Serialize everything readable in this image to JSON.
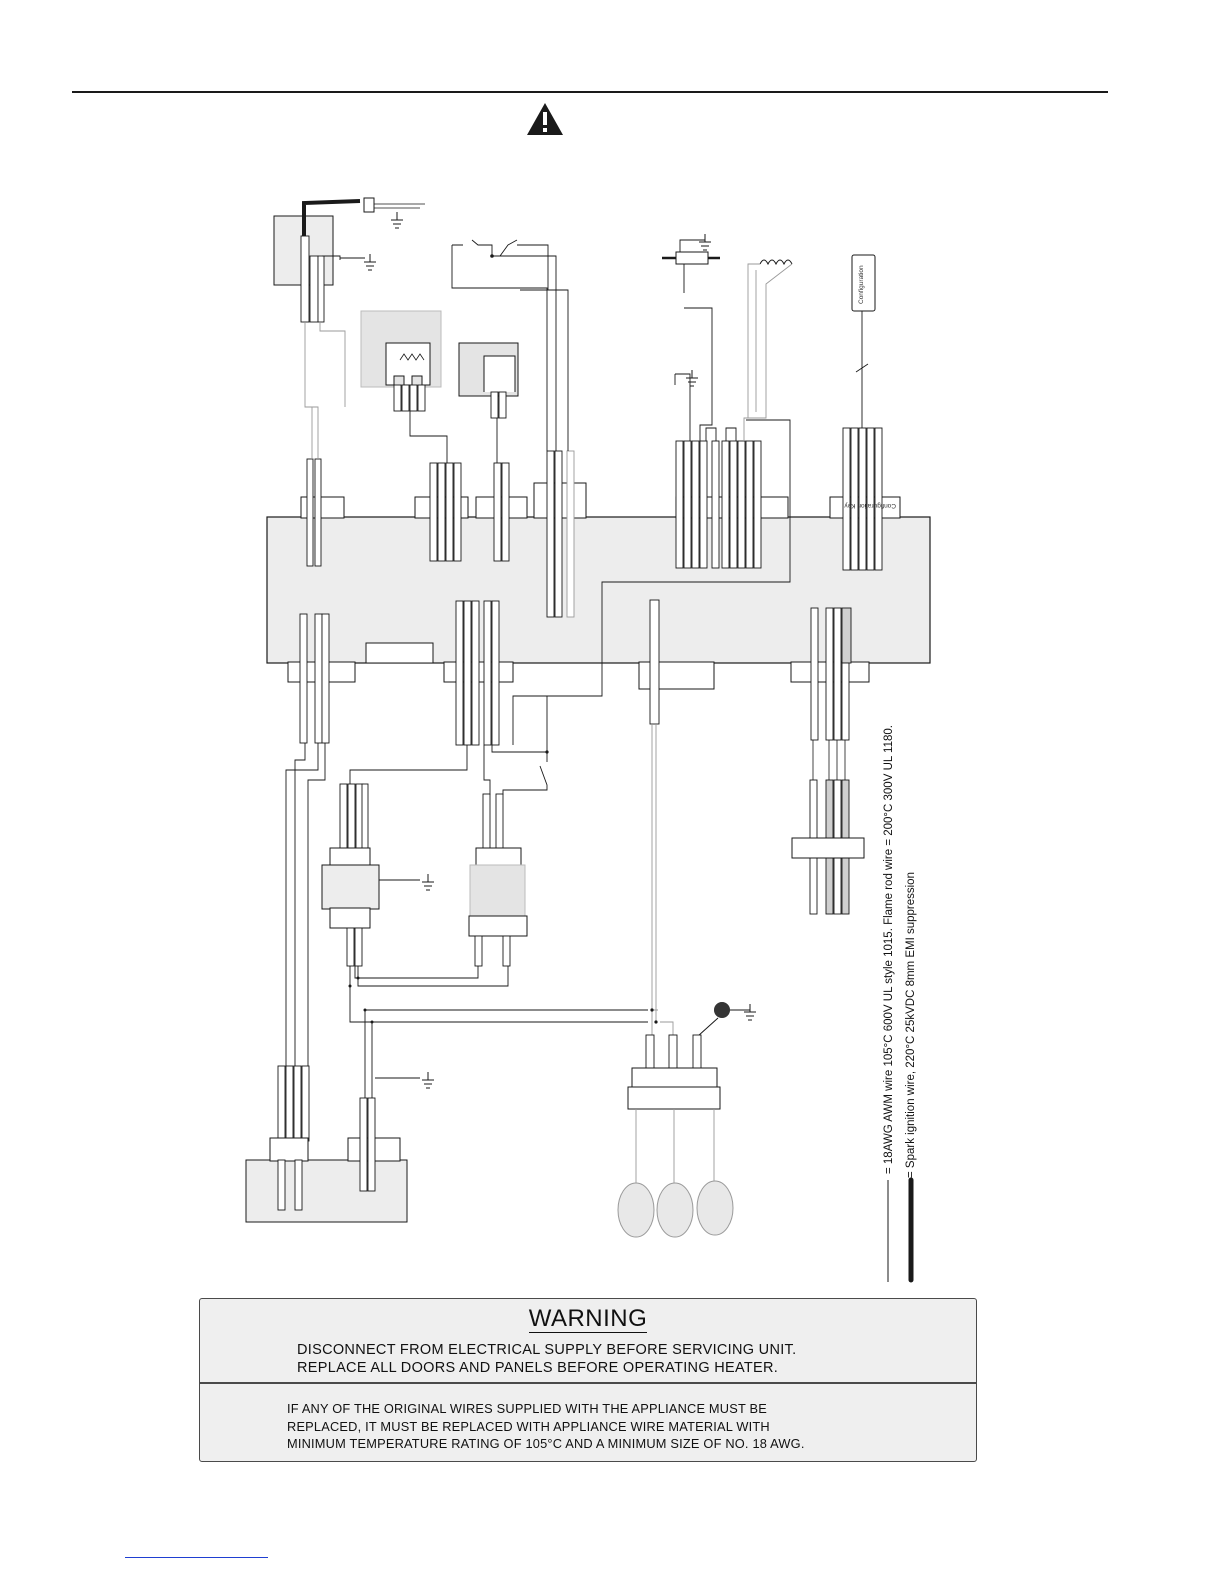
{
  "legend": {
    "standard_wire": "= 18AWG AWM wire 105°C 600V UL style 1015.  Flame rod wire = 200°C 300V UL 1180.",
    "spark_wire": "= Spark ignition wire, 220°C 25kVDC 8mm EMI suppression"
  },
  "components": {
    "configuration_plug": "Configuration",
    "configuration_key": "Configuration Key"
  },
  "warning": {
    "title": "WARNING",
    "lines": [
      "DISCONNECT FROM ELECTRICAL SUPPLY BEFORE SERVICING UNIT.",
      "REPLACE ALL DOORS AND PANELS BEFORE OPERATING HEATER."
    ],
    "notice_lines": [
      "IF ANY OF THE ORIGINAL WIRES SUPPLIED WITH THE APPLIANCE MUST BE",
      "REPLACED, IT MUST BE REPLACED WITH APPLIANCE WIRE MATERIAL WITH",
      "MINIMUM TEMPERATURE RATING OF 105°C AND A MINIMUM SIZE OF NO. 18 AWG."
    ]
  },
  "icons": {
    "caution": "warning-triangle-icon",
    "ground": "ground-symbol-icon"
  },
  "colors": {
    "line": "#1a1a1a",
    "panel_fill": "#ededed",
    "wire_gray": "#9a9a9a"
  }
}
